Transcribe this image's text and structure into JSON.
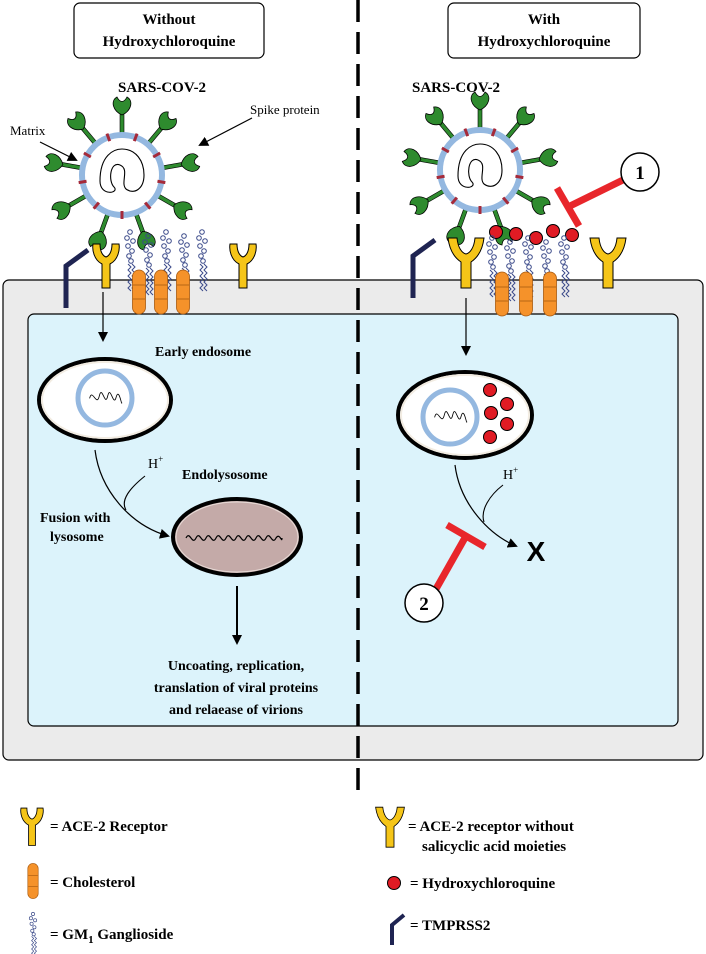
{
  "left_panel": {
    "header_line1": "Without",
    "header_line2": "Hydroxychloroquine",
    "virus_label": "SARS-COV-2",
    "spike_label": "Spike protein",
    "matrix_label": "Matrix",
    "early_endosome_label": "Early endosome",
    "h_plus": "H",
    "h_plus_sup": "+",
    "endolysosome_label": "Endolysosome",
    "fusion_line1": "Fusion with",
    "fusion_line2": "lysosome",
    "outcome_line1": "Uncoating, replication,",
    "outcome_line2": "translation of viral proteins",
    "outcome_line3": "and relaease of virions"
  },
  "right_panel": {
    "header_line1": "With",
    "header_line2": "Hydroxychloroquine",
    "virus_label": "SARS-COV-2",
    "inhibition_1": "1",
    "inhibition_2": "2",
    "h_plus": "H",
    "h_plus_sup": "+",
    "blocked_mark": "X"
  },
  "legend": {
    "ace2": "= ACE-2 Receptor",
    "cholesterol": "= Cholesterol",
    "ganglioside_prefix": "= GM",
    "ganglioside_sub": "1",
    "ganglioside_suffix": " Ganglioside",
    "ace2_no_sa_line1": "= ACE-2 receptor without",
    "ace2_no_sa_line2": "salicyclic acid moieties",
    "hcq": "= Hydroxychloroquine",
    "tmprss2": "= TMPRSS2"
  },
  "colors": {
    "cell_bg": "#ebebeb",
    "cytoplasm": "#dcf3fb",
    "receptor": "#f5c518",
    "cholesterol": "#f5922a",
    "spike": "#2e8b2e",
    "virus_envelope": "#94b8e0",
    "hcq": "#e01b24",
    "inhibitor": "#e8262b",
    "tmprss2": "#1f2452",
    "endolysosome": "#c4aaa8"
  }
}
